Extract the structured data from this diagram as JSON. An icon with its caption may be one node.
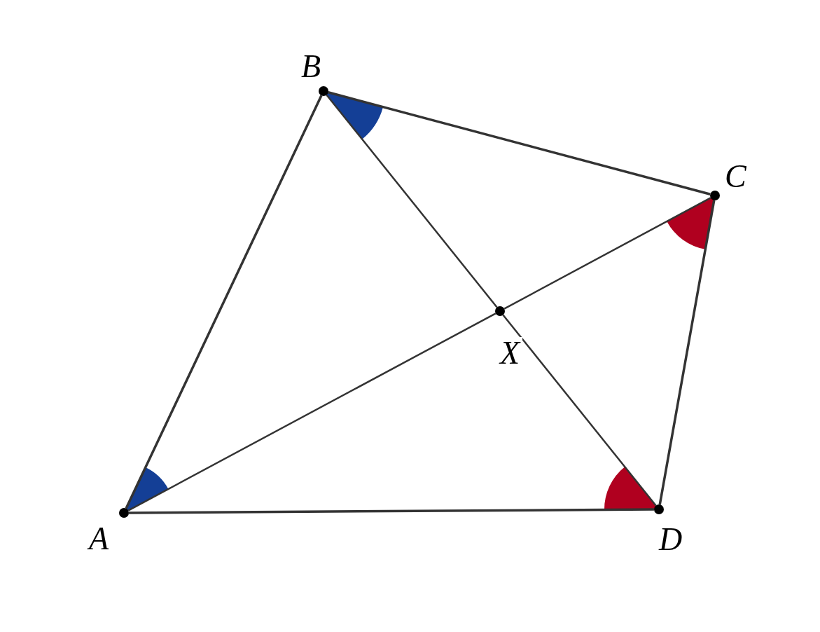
{
  "diagram": {
    "nodes": [
      {
        "text": [
          "A"
        ]
      },
      {
        "text": [
          "B"
        ]
      },
      {
        "text": [
          "C"
        ]
      },
      {
        "text": [
          "D"
        ]
      },
      {
        "text": [
          "X"
        ]
      }
    ],
    "edges": [
      {
        "from": 0,
        "to": 1,
        "arrow": "none"
      },
      {
        "from": 1,
        "to": 2,
        "arrow": "none"
      },
      {
        "from": 2,
        "to": 3,
        "arrow": "none"
      },
      {
        "from": 0,
        "to": 3,
        "arrow": "none"
      },
      {
        "from": 0,
        "to": 4,
        "arrow": "none"
      },
      {
        "from": 4,
        "to": 2,
        "arrow": "none"
      },
      {
        "from": 1,
        "to": 4,
        "arrow": "none"
      },
      {
        "from": 4,
        "to": 3,
        "arrow": "none"
      }
    ]
  }
}
